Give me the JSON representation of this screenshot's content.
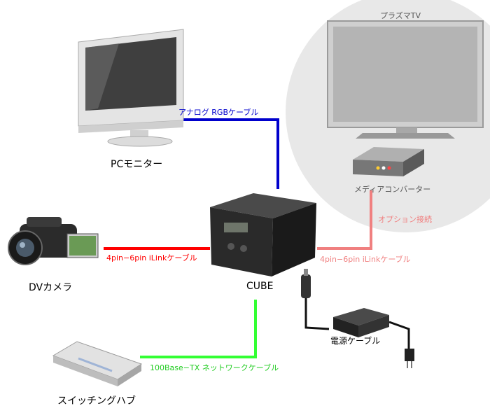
{
  "devices": {
    "plasma_tv": "プラズマTV",
    "pc_monitor": "PCモニター",
    "media_converter": "メディアコンバーター",
    "cube": "CUBE",
    "dv_camera": "DVカメラ",
    "switching_hub": "スイッチングハブ",
    "power_cable": "電源ケーブル"
  },
  "cables": {
    "analog_rgb": "アナログ RGBケーブル",
    "ilink_camera": "4pin−6pin iLinkケーブル",
    "ilink_converter": "4pin−6pin iLinkケーブル",
    "option": "オプション接続",
    "ethernet": "100Base−TX ネットワークケーブル"
  },
  "colors": {
    "rgb": "#0000cc",
    "ilink": "#ff0000",
    "option": "#f08080",
    "ethernet": "#33ff33",
    "bubble": "#e8e8e8"
  }
}
